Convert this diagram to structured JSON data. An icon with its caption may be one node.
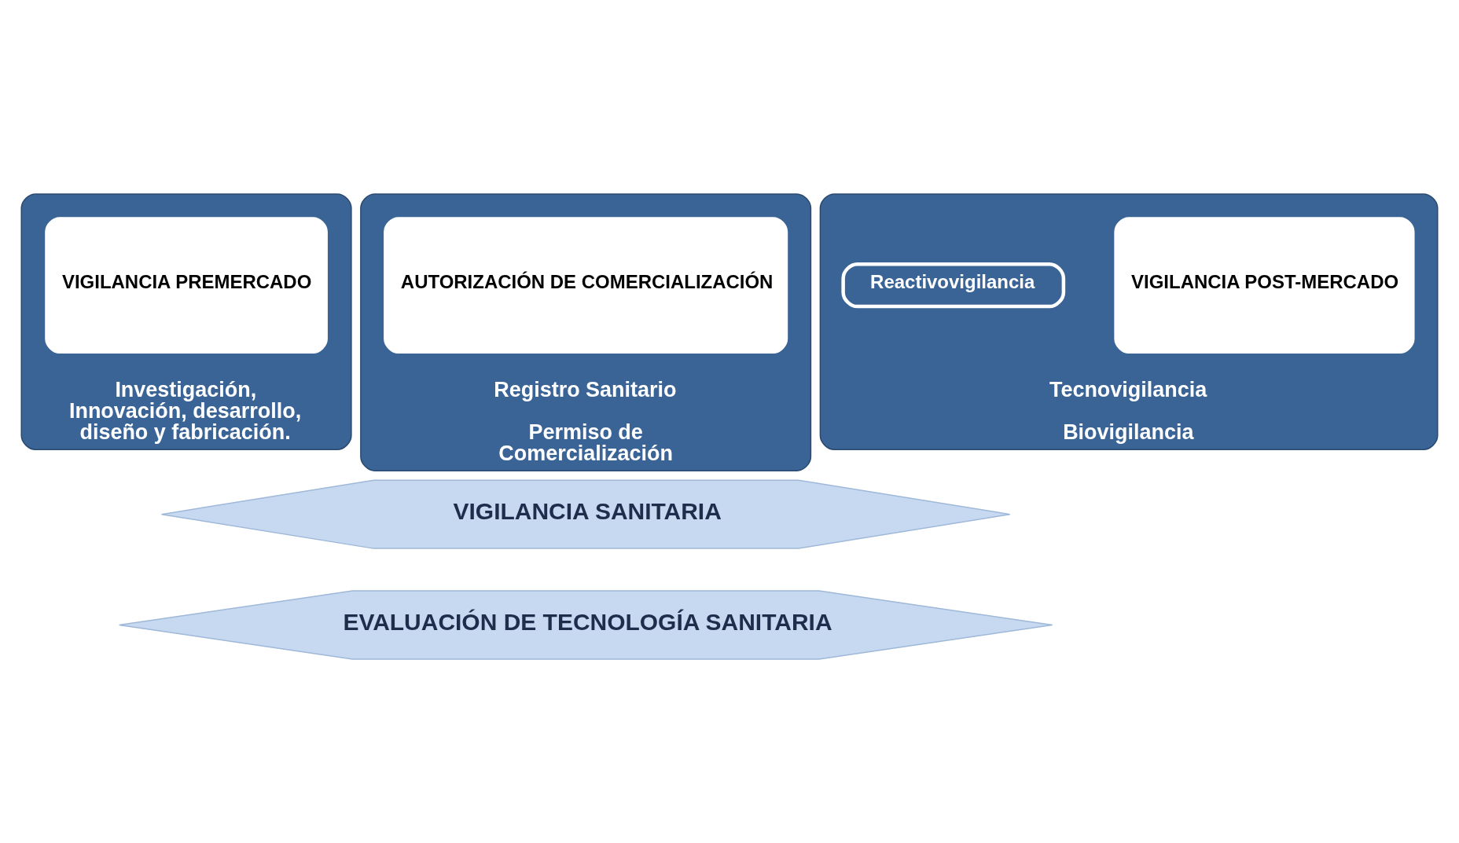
{
  "diagram": {
    "nodes": [
      {
        "text": [
          "Investigación, Innovación, desarrollo, diseño y fabricación."
        ]
      },
      {
        "text": [
          "VIGILANCIA PREMERCADO"
        ],
        "in": 0
      },
      {
        "text": [
          "Registro Sanitario",
          "Permiso de Comercialización"
        ]
      },
      {
        "text": [
          "AUTORIZACIÓN DE COMERCIALIZACIÓN"
        ],
        "in": 2
      },
      {
        "text": [
          "Tecnovigilancia",
          "Biovigilancia"
        ]
      },
      {
        "text": [
          "VIGILANCIA POST-MERCADO"
        ],
        "in": 4
      },
      {
        "text": [
          "Reactivovigilancia"
        ],
        "in": 4
      },
      {
        "text": [
          "VIGILANCIA SANITARIA"
        ]
      },
      {
        "text": [
          "EVALUACIÓN DE TECNOLOGÍA SANITARIA"
        ]
      }
    ],
    "edges": []
  }
}
